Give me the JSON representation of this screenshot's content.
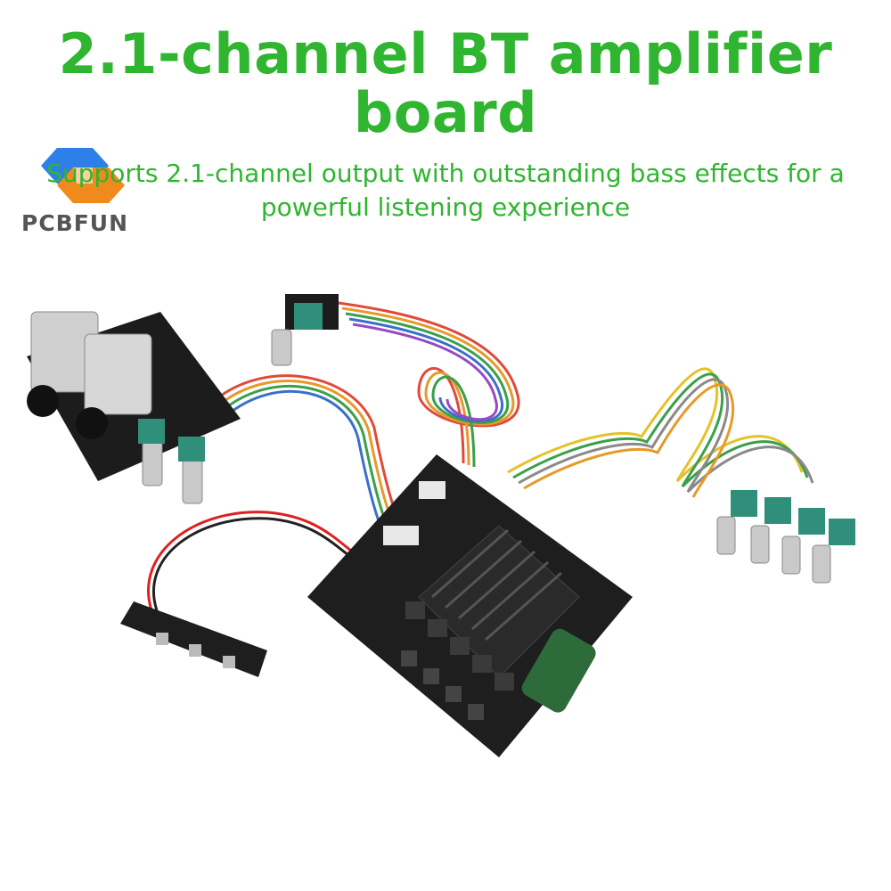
{
  "header": {
    "title": "2.1-channel BT amplifier board",
    "subtitle": "Supports 2.1-channel output with outstanding bass effects for a powerful listening experience"
  },
  "logo": {
    "brand": "PCBFUN",
    "colors": {
      "blue": "#2f7fe8",
      "orange": "#f08a1c"
    }
  },
  "colors": {
    "accent_green": "#2fb52f",
    "board": "#1e1e1e"
  }
}
